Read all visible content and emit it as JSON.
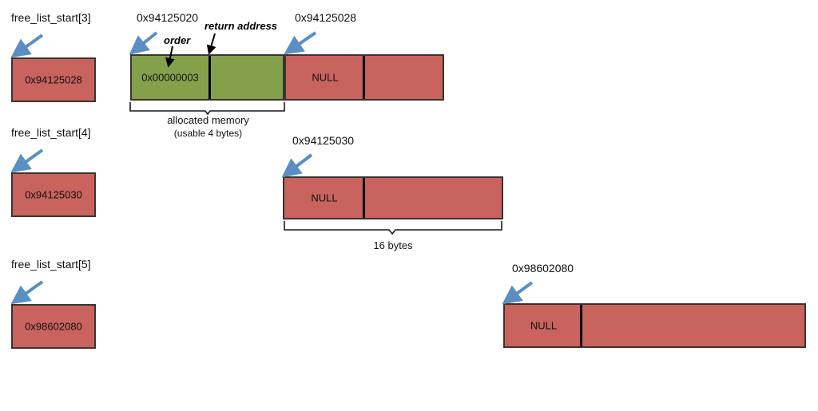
{
  "diagram": {
    "title": "buddy allocator free list diagram",
    "colors": {
      "block_free": "#c8635e",
      "block_allocated": "#85a04b",
      "arrow": "#5b8fc4",
      "border": "#3b3330",
      "divider": "#000000",
      "background": "#ffffff"
    },
    "free_list_entries": [
      {
        "label": "free_list_start[3]",
        "value": "0x94125028"
      },
      {
        "label": "free_list_start[4]",
        "value": "0x94125030"
      },
      {
        "label": "free_list_start[5]",
        "value": "0x98602080"
      }
    ],
    "blocks": [
      {
        "name": "allocated-block",
        "address_label": "0x94125020",
        "fill": "allocated",
        "cells": [
          {
            "text": "0x00000003"
          },
          {
            "text": ""
          }
        ]
      },
      {
        "name": "free-block-order3",
        "address_label": "0x94125028",
        "fill": "free",
        "cells": [
          {
            "text": "NULL"
          },
          {
            "text": ""
          }
        ]
      },
      {
        "name": "free-block-order4",
        "address_label": "0x94125030",
        "fill": "free",
        "cells": [
          {
            "text": "NULL"
          },
          {
            "text": ""
          }
        ]
      },
      {
        "name": "free-block-order5",
        "address_label": "0x98602080",
        "fill": "free",
        "cells": [
          {
            "text": "NULL"
          },
          {
            "text": ""
          }
        ]
      }
    ],
    "annotations": {
      "order": "order",
      "return_address": "return address"
    },
    "braces": [
      {
        "name": "allocated-memory-brace",
        "line1": "allocated memory",
        "line2": "(usable 4 bytes)"
      },
      {
        "name": "sixteen-bytes-brace",
        "line1": "16 bytes",
        "line2": ""
      }
    ]
  }
}
